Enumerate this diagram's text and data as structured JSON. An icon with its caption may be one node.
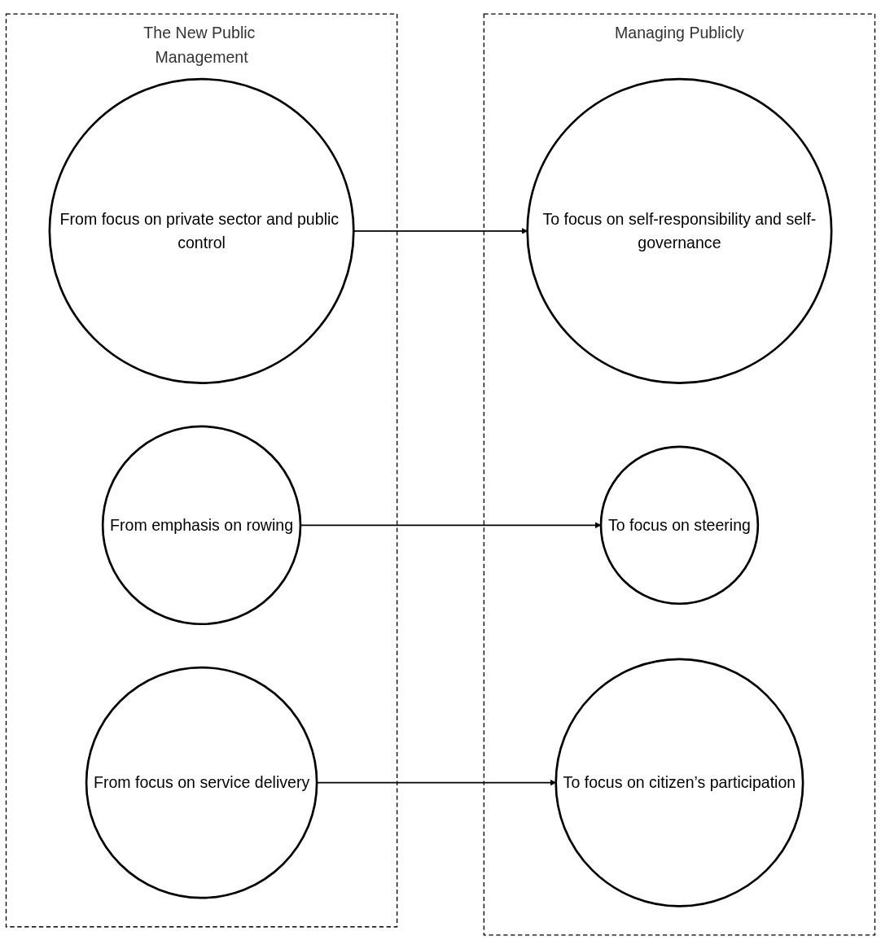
{
  "diagram": {
    "nodes": [
      {
        "text": [
          "The New Public Management"
        ]
      },
      {
        "text": [
          "From focus on private sector and public control"
        ],
        "in": 0
      },
      {
        "text": [
          "From emphasis on rowing"
        ],
        "in": 0
      },
      {
        "text": [
          "From focus on service delivery"
        ],
        "in": 0
      },
      {
        "text": [
          "Managing Publicly"
        ]
      },
      {
        "text": [
          "To focus on self-responsibility and self-governance"
        ],
        "in": 4
      },
      {
        "text": [
          "To focus on steering"
        ],
        "in": 4
      },
      {
        "text": [
          "To focus on citizen’s participation"
        ],
        "in": 4
      }
    ],
    "edges": [
      {
        "from": 1,
        "to": 5,
        "arrow": "to"
      },
      {
        "from": 2,
        "to": 6,
        "arrow": "to"
      },
      {
        "from": 3,
        "to": 7,
        "arrow": "to"
      }
    ]
  }
}
